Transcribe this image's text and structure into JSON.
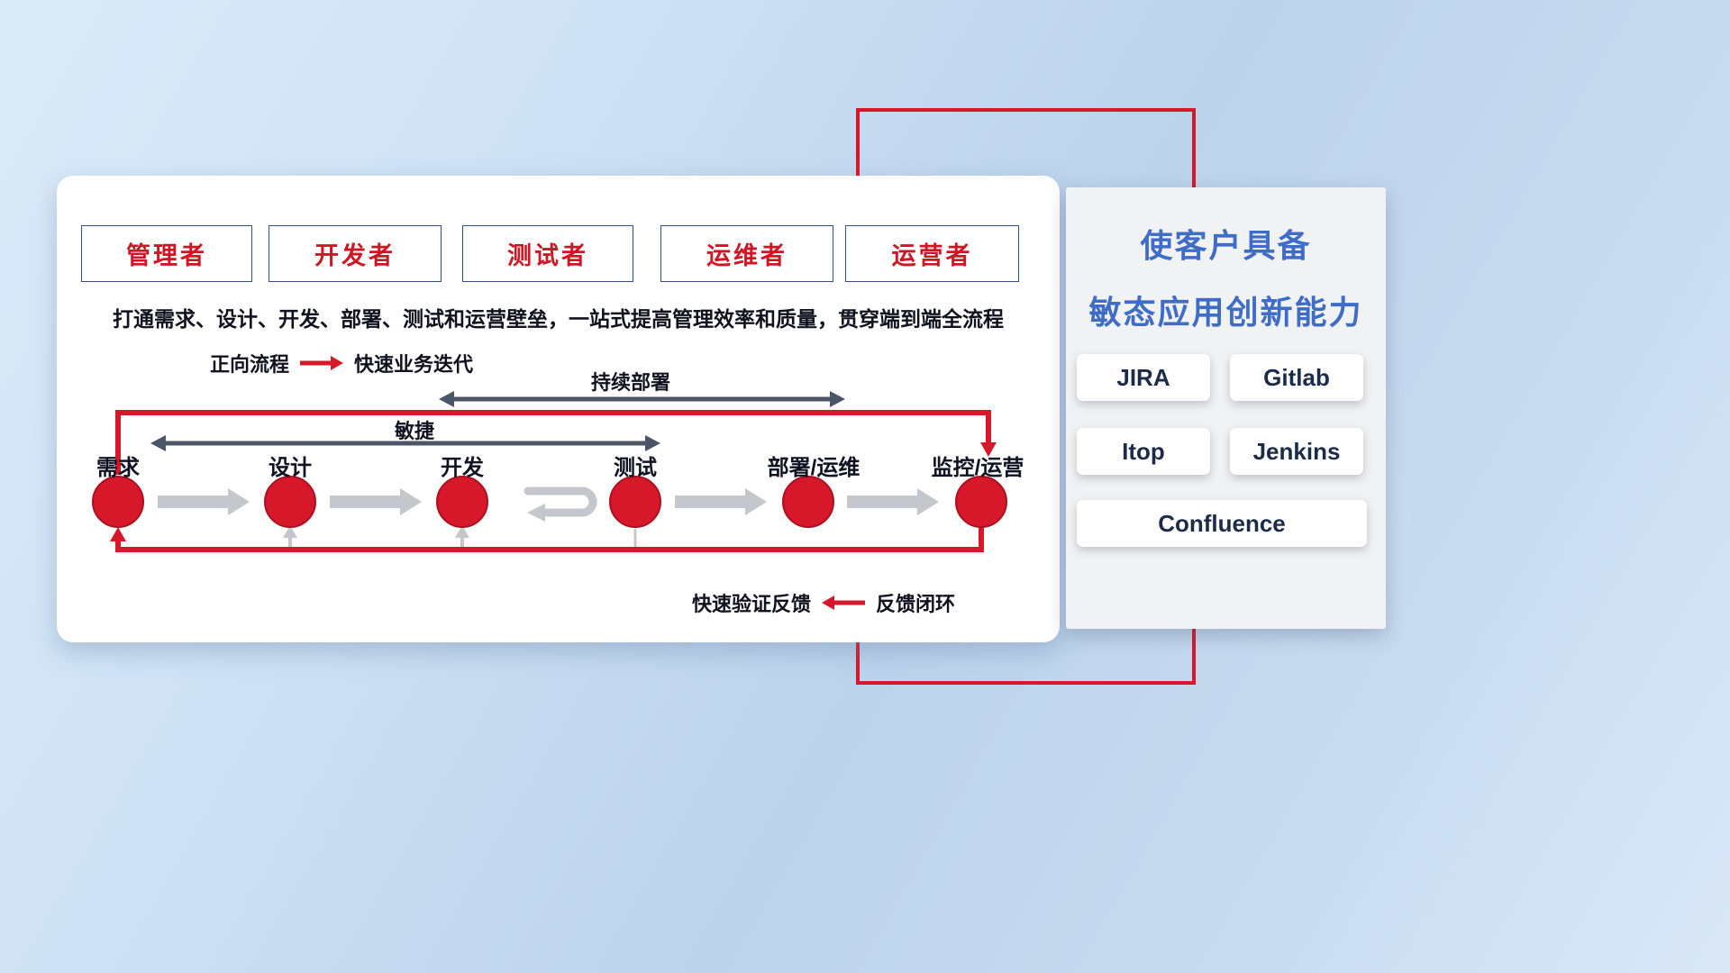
{
  "roles": [
    {
      "label": "管理者"
    },
    {
      "label": "开发者"
    },
    {
      "label": "测试者"
    },
    {
      "label": "运维者"
    },
    {
      "label": "运营者"
    }
  ],
  "description": "打通需求、设计、开发、部署、测试和运营壁垒，一站式提高管理效率和质量，贯穿端到端全流程",
  "legend_forward": {
    "label": "正向流程",
    "value": "快速业务迭代"
  },
  "legend_feedback": {
    "label": "快速验证反馈",
    "value": "反馈闭环"
  },
  "flow": {
    "stages": [
      {
        "label": "需求"
      },
      {
        "label": "设计"
      },
      {
        "label": "开发"
      },
      {
        "label": "测试"
      },
      {
        "label": "部署/运维"
      },
      {
        "label": "监控/运营"
      }
    ],
    "agile_label": "敏捷",
    "continuous_deploy_label": "持续部署"
  },
  "side_panel": {
    "title_line1": "使客户具备",
    "title_line2": "敏态应用创新能力",
    "tools": [
      {
        "label": "JIRA"
      },
      {
        "label": "Gitlab"
      },
      {
        "label": "Itop"
      },
      {
        "label": "Jenkins"
      },
      {
        "label": "Confluence"
      }
    ]
  },
  "colors": {
    "accent_red": "#d7182a",
    "title_blue": "#3f6cc7",
    "arrow_gray": "#c4c8cc",
    "arrow_slate": "#4a5568"
  }
}
